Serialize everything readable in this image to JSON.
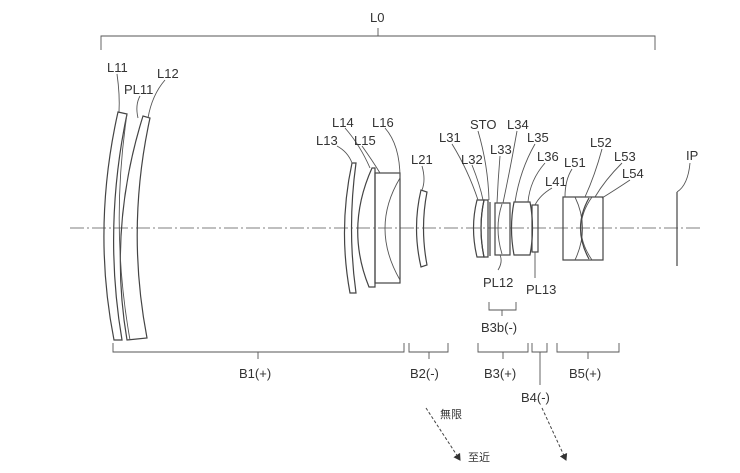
{
  "title_bracket": "L0",
  "lens_labels": {
    "L11": "L11",
    "PL11": "PL11",
    "L12": "L12",
    "L13": "L13",
    "L14": "L14",
    "L15": "L15",
    "L16": "L16",
    "L21": "L21",
    "L31": "L31",
    "STO": "STO",
    "L32": "L32",
    "L33": "L33",
    "L34": "L34",
    "L35": "L35",
    "L36": "L36",
    "L41": "L41",
    "L51": "L51",
    "L52": "L52",
    "L53": "L53",
    "L54": "L54",
    "IP": "IP",
    "PL12": "PL12",
    "PL13": "PL13"
  },
  "groups": {
    "B1": "B1(+)",
    "B2": "B2(-)",
    "B3": "B3(+)",
    "B3b": "B3b(-)",
    "B4": "B4(-)",
    "B5": "B5(+)"
  },
  "focus": {
    "infinity": "無限",
    "close": "至近"
  }
}
